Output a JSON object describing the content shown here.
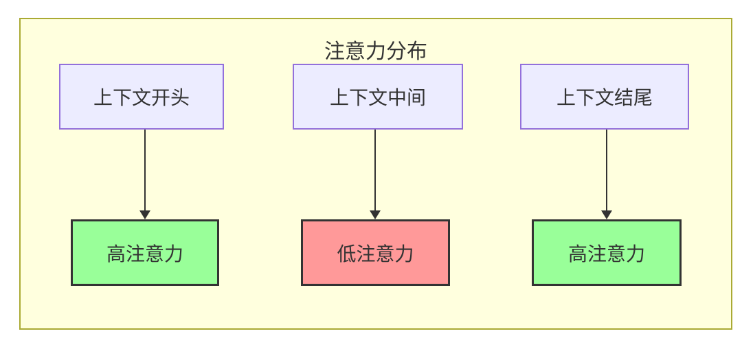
{
  "diagram": {
    "title": "注意力分布",
    "type": "flowchart",
    "colors": {
      "page_bg": "#ffffff",
      "cluster_fill": "#ffffde",
      "cluster_border": "#aaaa33",
      "source_fill": "#ececff",
      "source_border": "#9370db",
      "high_attention_fill": "#99ff99",
      "low_attention_fill": "#ff9999",
      "target_border": "#333333",
      "arrow": "#333333",
      "text": "#333333"
    },
    "columns": [
      {
        "source": {
          "label": "上下文开头"
        },
        "target": {
          "label": "高注意力",
          "level": "high"
        }
      },
      {
        "source": {
          "label": "上下文中间"
        },
        "target": {
          "label": "低注意力",
          "level": "low"
        }
      },
      {
        "source": {
          "label": "上下文结尾"
        },
        "target": {
          "label": "高注意力",
          "level": "high"
        }
      }
    ]
  }
}
